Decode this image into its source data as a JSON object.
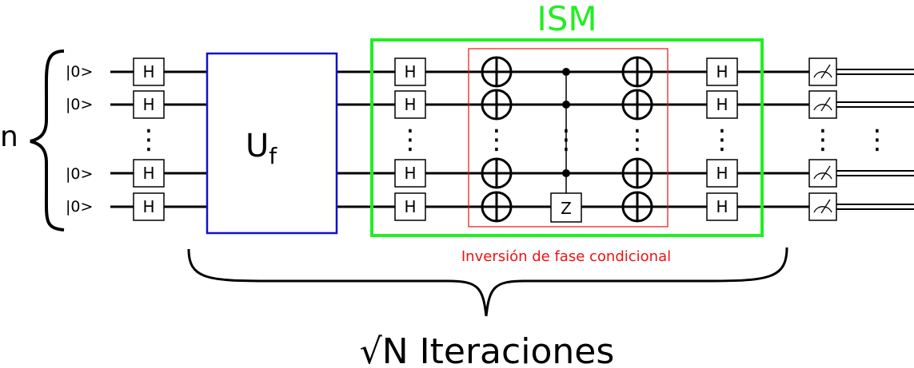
{
  "diagram": {
    "ket_label": "|0>",
    "n_label": "n",
    "hadamard_label": "H",
    "oracle": {
      "label_main": "U",
      "label_sub": "f",
      "color": "#1010cc"
    },
    "ism": {
      "label": "ISM",
      "color": "#22ee22"
    },
    "conditional_phase": {
      "label": "Inversión de fase condicional",
      "color": "#ee1111"
    },
    "z_gate_label": "Z",
    "iterations_label": "√N Iteraciones",
    "qubit_wires_shown": 4,
    "ellipsis_between_wires": "⋮"
  }
}
